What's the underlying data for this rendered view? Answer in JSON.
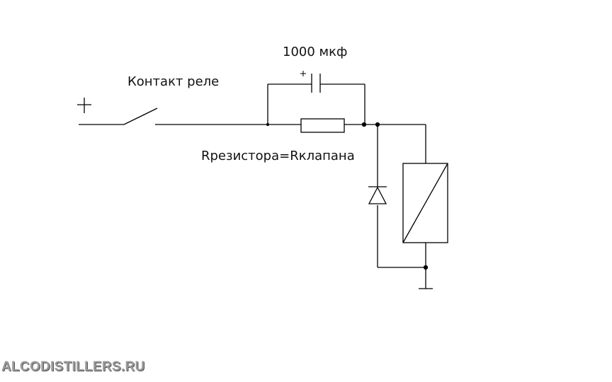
{
  "labels": {
    "capacitor": "1000 мкф",
    "relay_contact": "Контакт реле",
    "resistor_note": "Rрезистора=Rклапана",
    "capacitor_polarity": "+",
    "supply_polarity": "+"
  },
  "watermark": "ALCODISTILLERS.RU"
}
